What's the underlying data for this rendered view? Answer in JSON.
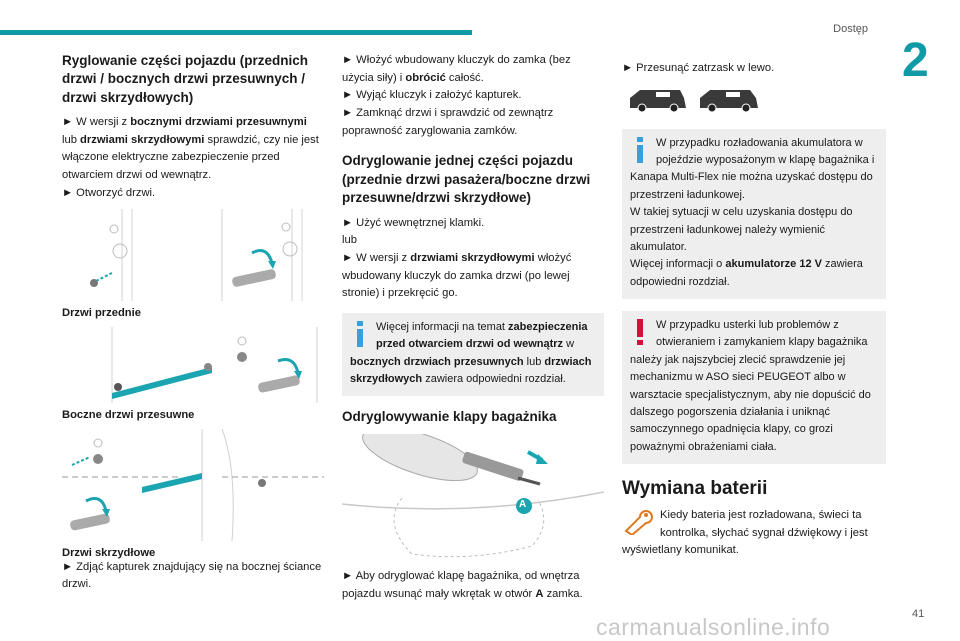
{
  "header": {
    "section": "Dostęp",
    "chapter": "2",
    "page": "41"
  },
  "watermark": "carmanualsonline.info",
  "col1": {
    "title": "Ryglowanie części pojazdu (przednich drzwi / bocznych drzwi przesuwnych / drzwi skrzydłowych)",
    "p1_a": "► W wersji z ",
    "p1_b": "bocznymi drzwiami przesuwnymi",
    "p1_c": " lub ",
    "p1_d": "drzwiami skrzydłowymi",
    "p1_e": " sprawdzić, czy nie jest włączone elektryczne zabezpieczenie przed otwarciem drzwi od wewnątrz.",
    "p2": "► Otworzyć drzwi.",
    "cap_front": "Drzwi przednie",
    "cap_sliding": "Boczne drzwi przesuwne",
    "cap_wing": "Drzwi skrzydłowe",
    "p3": "► Zdjąć kapturek znajdujący się na bocznej ściance drzwi."
  },
  "col2": {
    "p1_a": "► Włożyć wbudowany kluczyk do zamka (bez użycia siły) i ",
    "p1_b": "obrócić",
    "p1_c": " całość.",
    "p2": "► Wyjąć kluczyk i założyć kapturek.",
    "p3": "► Zamknąć drzwi i sprawdzić od zewnątrz poprawność zaryglowania zamków.",
    "title2": "Odryglowanie jednej części pojazdu (przednie drzwi pasażera/boczne drzwi przesuwne/drzwi skrzydłowe)",
    "p4": "► Użyć wewnętrznej klamki.",
    "p5": "lub",
    "p6_a": "► W wersji z ",
    "p6_b": "drzwiami skrzydłowymi",
    "p6_c": " włożyć wbudowany kluczyk do zamka drzwi (po lewej stronie) i przekręcić go.",
    "note_a": "Więcej informacji na temat ",
    "note_b": "zabezpieczenia przed otwarciem drzwi od wewnątrz",
    "note_c": " w ",
    "note_d": "bocznych drzwiach przesuwnych",
    "note_e": " lub ",
    "note_f": "drzwiach skrzydłowych",
    "note_g": " zawiera odpowiedni rozdział.",
    "title3": "Odryglowywanie klapy bagażnika",
    "fig_label": "A",
    "p7_a": "► Aby odryglować klapę bagażnika, od wnętrza pojazdu wsunąć mały wkrętak w otwór ",
    "p7_b": "A",
    "p7_c": " zamka."
  },
  "col3": {
    "p1": "► Przesunąć zatrzask w lewo.",
    "note1_p1": "W przypadku rozładowania akumulatora w pojeździe wyposażonym w klapę bagażnika i Kanapa Multi-Flex nie można uzyskać dostępu do przestrzeni ładunkowej.",
    "note1_p2": "W takiej sytuacji w celu uzyskania dostępu do przestrzeni ładunkowej należy wymienić akumulator.",
    "note1_p3_a": "Więcej informacji o ",
    "note1_p3_b": "akumulatorze 12 V",
    "note1_p3_c": " zawiera odpowiedni rozdział.",
    "note2": "W przypadku usterki lub problemów z otwieraniem i zamykaniem klapy bagażnika należy jak najszybciej zlecić sprawdzenie jej mechanizmu w ASO sieci PEUGEOT albo w warsztacie specjalistycznym, aby nie dopuścić do dalszego pogorszenia działania i uniknąć samoczynnego opadnięcia klapy, co grozi poważnymi obrażeniami ciała.",
    "title": "Wymiana baterii",
    "p2": "Kiedy bateria jest rozładowana, świeci ta kontrolka, słychać sygnał dźwiękowy i jest wyświetlany komunikat."
  },
  "colors": {
    "accent": "#0f9aa6",
    "info": "#3aa0dc",
    "warning": "#d0103a",
    "note_bg": "#eeeeee"
  },
  "icons": [
    "info-icon",
    "warning-icon",
    "wrench-icon"
  ]
}
